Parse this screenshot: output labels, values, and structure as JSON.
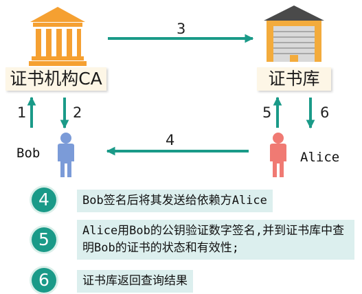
{
  "nodes": {
    "ca": {
      "label": "证书机构CA"
    },
    "store": {
      "label": "证书库"
    },
    "bob": {
      "label": "Bob"
    },
    "alice": {
      "label": "Alice"
    }
  },
  "arrows": {
    "a1": "1",
    "a2": "2",
    "a3": "3",
    "a4": "4",
    "a5": "5",
    "a6": "6"
  },
  "steps": [
    {
      "num": "4",
      "text": "Bob签名后将其发送给依赖方Alice"
    },
    {
      "num": "5",
      "text": "Alice用Bob的公钥验证数字签名,并到证书库中查明Bob的证书的状态和有效性;"
    },
    {
      "num": "6",
      "text": "证书库返回查询结果"
    }
  ],
  "colors": {
    "arrow": "#1a9a88",
    "ca_icon": "#f5a031",
    "bob_icon": "#7b9bd8",
    "alice_icon": "#f07a73",
    "note_bg": "#dcefee"
  }
}
